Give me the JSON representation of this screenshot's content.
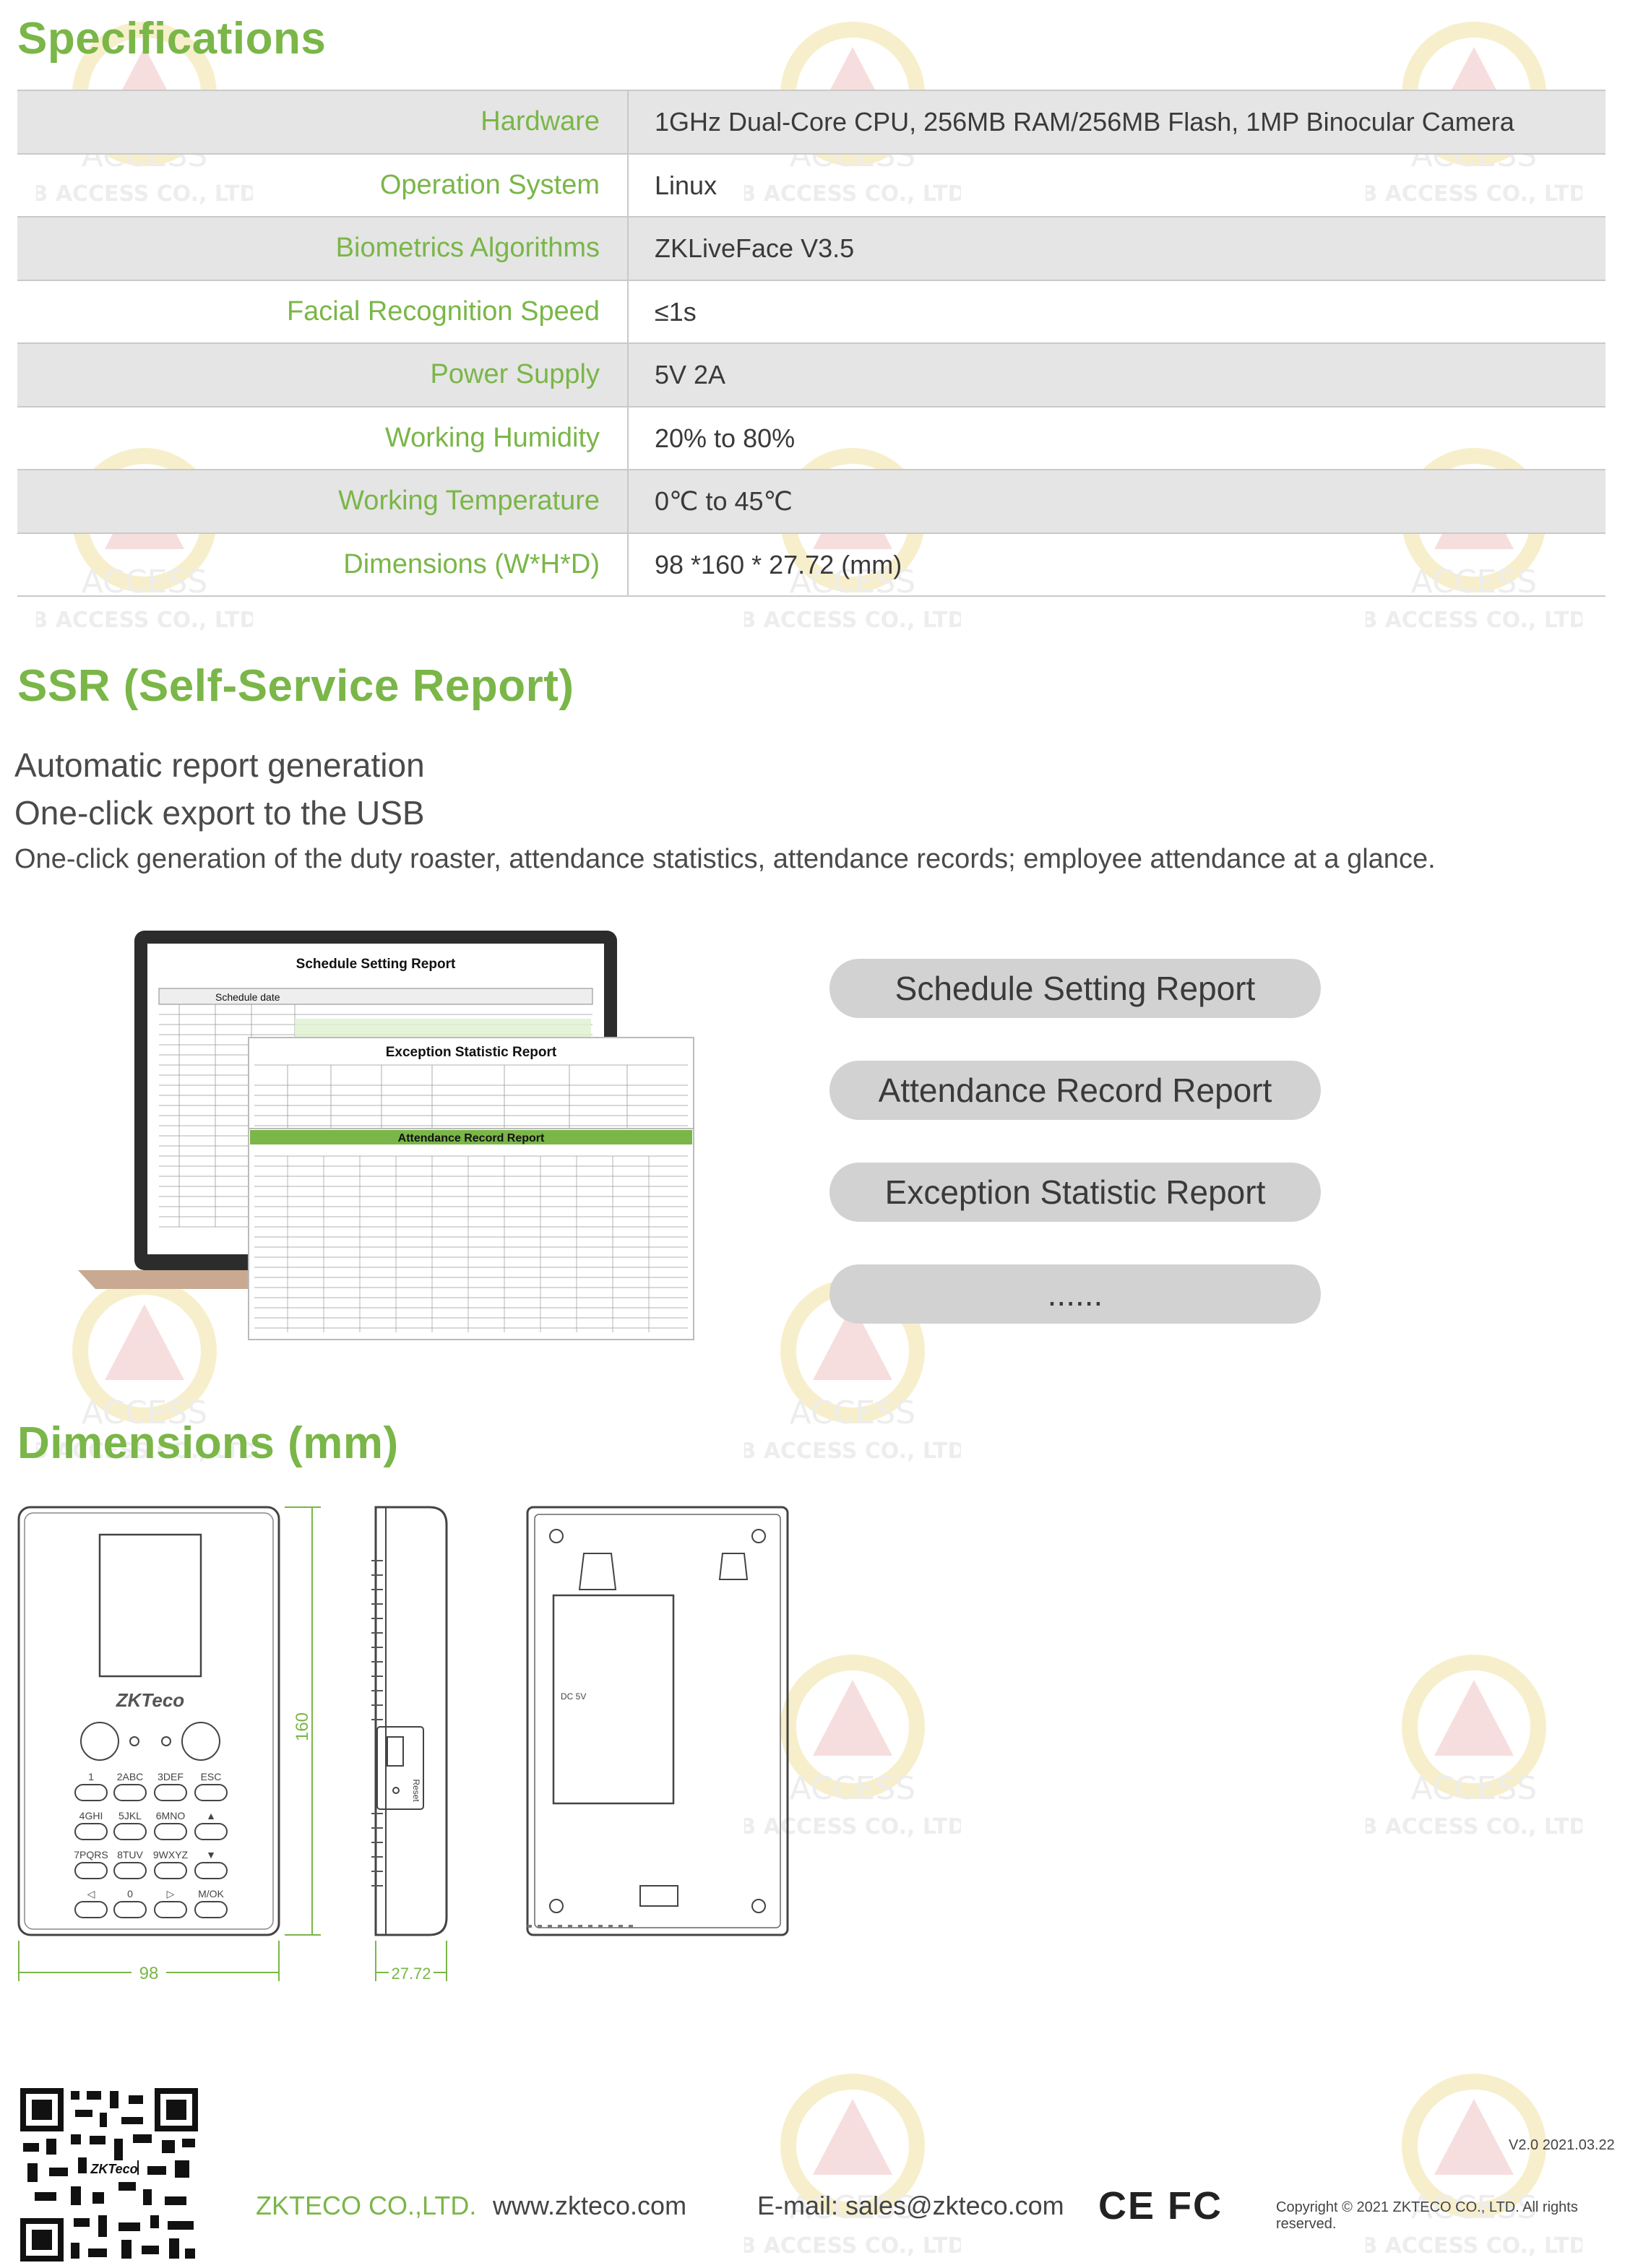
{
  "sections": {
    "specs_title": "Specifications",
    "ssr_title": "SSR (Self-Service Report)",
    "dimensions_title": "Dimensions (mm)"
  },
  "specs": [
    {
      "label": "Hardware",
      "value": "1GHz Dual-Core CPU, 256MB RAM/256MB Flash, 1MP Binocular Camera"
    },
    {
      "label": "Operation System",
      "value": "Linux"
    },
    {
      "label": "Biometrics Algorithms",
      "value": "ZKLiveFace V3.5"
    },
    {
      "label": "Facial Recognition Speed",
      "value": "≤1s"
    },
    {
      "label": "Power Supply",
      "value": "5V 2A"
    },
    {
      "label": "Working Humidity",
      "value": "20% to 80%"
    },
    {
      "label": "Working Temperature",
      "value": "0℃ to 45℃"
    },
    {
      "label": "Dimensions (W*H*D)",
      "value": "98 *160 * 27.72 (mm)"
    }
  ],
  "ssr": {
    "line1": "Automatic report generation",
    "line2": "One-click export to the USB",
    "line3": "One-click generation of the duty roaster, attendance statistics, attendance records; employee attendance at a glance."
  },
  "reports": {
    "schedule_title": "Schedule Setting Report",
    "exception_title": "Exception Statistic Report",
    "attendance_title": "Attendance Record Report",
    "schedule_date": "Schedule date"
  },
  "report_buttons": [
    "Schedule Setting Report",
    "Attendance Record Report",
    "Exception Statistic Report",
    "......"
  ],
  "dimensions": {
    "width": "98",
    "height": "160",
    "depth": "27.72",
    "dc_label": "DC 5V",
    "reset_label": "Reset",
    "brand_logo": "ZKTeco",
    "keys": [
      [
        "1",
        "2ABC",
        "3DEF",
        "ESC"
      ],
      [
        "4GHI",
        "5JKL",
        "6MNO",
        "▲"
      ],
      [
        "7PQRS",
        "8TUV",
        "9WXYZ",
        "▼"
      ],
      [
        "◁",
        "0",
        "▷",
        "M/OK"
      ]
    ]
  },
  "watermark": {
    "text1": "ACCESS",
    "text2": "IB ACCESS CO., LTD.",
    "logo": "IB"
  },
  "footer": {
    "version": "V2.0  2021.03.22",
    "company": "ZKTECO CO.,LTD.",
    "website": "www.zkteco.com",
    "email": "E-mail: sales@zkteco.com",
    "certifications": "CE FC",
    "copyright": "Copyright © 2021 ZKTECO CO., LTD. All rights reserved.",
    "qr_logo": "ZKTeco"
  },
  "colors": {
    "accent": "#7ab648",
    "row_shade": "#e5e5e5",
    "pill": "#d2d2d2"
  }
}
